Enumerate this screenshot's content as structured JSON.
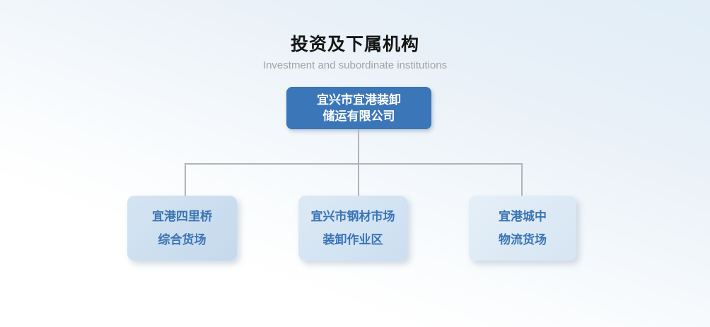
{
  "header": {
    "title": "投资及下属机构",
    "subtitle": "Investment and subordinate institutions"
  },
  "colors": {
    "root_box_bg": "#3b76b8",
    "root_box_text": "#ffffff",
    "child_box_bgs": [
      "#c9dcee",
      "#d2e2f1",
      "#dde9f5"
    ],
    "child_text": "#3a74b5",
    "connector": "#b3b3b3",
    "title_text": "#151515",
    "subtitle_text": "#a2a2a2"
  },
  "org_chart": {
    "type": "org-tree",
    "root": {
      "lines": [
        "宜兴市宜港装卸",
        "储运有限公司"
      ]
    },
    "children": [
      {
        "lines": [
          "宜港四里桥",
          "综合货场"
        ]
      },
      {
        "lines": [
          "宜兴市钢材市场",
          "装卸作业区"
        ]
      },
      {
        "lines": [
          "宜港城中",
          "物流货场"
        ]
      }
    ]
  }
}
